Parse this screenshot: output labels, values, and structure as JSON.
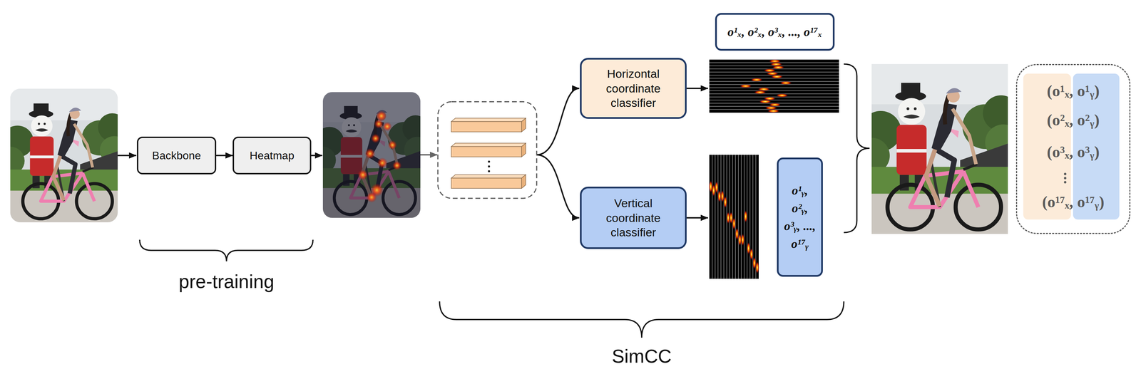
{
  "diagram": {
    "nodes": [
      {
        "text": [
          "Backbone"
        ]
      },
      {
        "text": [
          "Heatmap"
        ]
      },
      {
        "text": [
          "Horizontal coordinate classifier"
        ]
      },
      {
        "text": [
          "Vertical coordinate classifier"
        ]
      },
      {
        "text": [
          "o¹ₓ, o²ₓ, o³ₓ, ..., o¹⁷ₓ"
        ]
      },
      {
        "text": [
          "o¹ᵧ, o²ᵧ, o³ᵧ, ..., o¹⁷ᵧ"
        ]
      },
      {
        "text": [
          "(o¹ₓ, o¹ᵧ)",
          "(o²ₓ, o²ᵧ)",
          "(o³ₓ, o³ᵧ)",
          "(o¹⁷ₓ, o¹⁷ᵧ)"
        ]
      }
    ],
    "edges": [
      {
        "from": 0,
        "to": 1,
        "arrow": "to"
      }
    ],
    "labels": [
      "pre-training",
      "SimCC"
    ]
  }
}
